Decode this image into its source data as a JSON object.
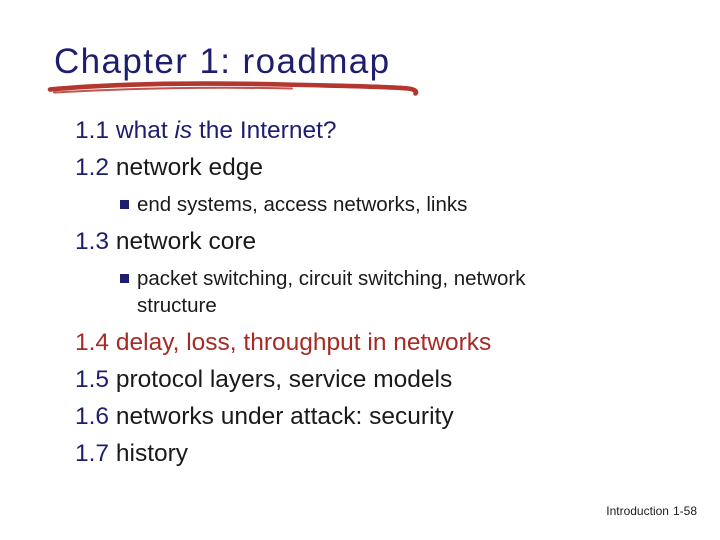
{
  "slide": {
    "title": "Chapter 1: roadmap",
    "colors": {
      "navy": "#1e1e6e",
      "ink": "#1a1a1a",
      "red": "#a62b25",
      "underline_red": "#b4372f"
    },
    "items": [
      {
        "type": "section",
        "emphasis": "navy",
        "number": "1.1",
        "segments": [
          {
            "text": "what "
          },
          {
            "text": "is",
            "italic": true
          },
          {
            "text": " the Internet?"
          }
        ]
      },
      {
        "type": "section",
        "emphasis": "normal",
        "number": "1.2",
        "segments": [
          {
            "text": "network edge"
          }
        ]
      },
      {
        "type": "bullet",
        "segments": [
          {
            "text": "end systems, access networks, links"
          }
        ]
      },
      {
        "type": "section",
        "emphasis": "normal",
        "number": "1.3",
        "segments": [
          {
            "text": "network core"
          }
        ]
      },
      {
        "type": "bullet",
        "segments": [
          {
            "text": "packet switching, circuit switching, network structure"
          }
        ]
      },
      {
        "type": "section",
        "emphasis": "red",
        "number": "1.4",
        "segments": [
          {
            "text": "delay, loss, throughput in networks"
          }
        ]
      },
      {
        "type": "section",
        "emphasis": "normal",
        "number": "1.5",
        "segments": [
          {
            "text": "protocol layers, service models"
          }
        ]
      },
      {
        "type": "section",
        "emphasis": "normal",
        "number": "1.6",
        "segments": [
          {
            "text": "networks under attack: security"
          }
        ]
      },
      {
        "type": "section",
        "emphasis": "normal",
        "number": "1.7",
        "segments": [
          {
            "text": "history"
          }
        ]
      }
    ],
    "footer": {
      "label": "Introduction",
      "page": "1-58"
    }
  }
}
